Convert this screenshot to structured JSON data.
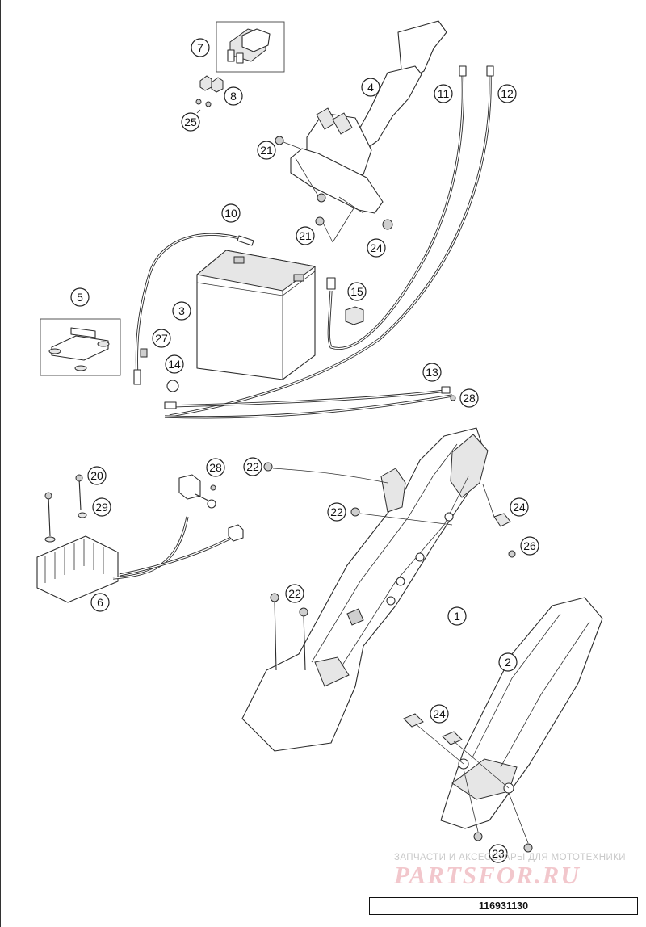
{
  "diagram": {
    "callouts": [
      {
        "id": "c1",
        "label": "1"
      },
      {
        "id": "c2",
        "label": "2"
      },
      {
        "id": "c3",
        "label": "3"
      },
      {
        "id": "c4",
        "label": "4"
      },
      {
        "id": "c5",
        "label": "5"
      },
      {
        "id": "c6",
        "label": "6"
      },
      {
        "id": "c7",
        "label": "7"
      },
      {
        "id": "c8",
        "label": "8"
      },
      {
        "id": "c10",
        "label": "10"
      },
      {
        "id": "c11",
        "label": "11"
      },
      {
        "id": "c12",
        "label": "12"
      },
      {
        "id": "c13",
        "label": "13"
      },
      {
        "id": "c14",
        "label": "14"
      },
      {
        "id": "c15",
        "label": "15"
      },
      {
        "id": "c20",
        "label": "20"
      },
      {
        "id": "c21a",
        "label": "21"
      },
      {
        "id": "c21b",
        "label": "21"
      },
      {
        "id": "c22a",
        "label": "22"
      },
      {
        "id": "c22b",
        "label": "22"
      },
      {
        "id": "c22c",
        "label": "22"
      },
      {
        "id": "c23",
        "label": "23"
      },
      {
        "id": "c24a",
        "label": "24"
      },
      {
        "id": "c24b",
        "label": "24"
      },
      {
        "id": "c24c",
        "label": "24"
      },
      {
        "id": "c25",
        "label": "25"
      },
      {
        "id": "c26",
        "label": "26"
      },
      {
        "id": "c27",
        "label": "27"
      },
      {
        "id": "c28a",
        "label": "28"
      },
      {
        "id": "c28b",
        "label": "28"
      },
      {
        "id": "c29",
        "label": "29"
      }
    ],
    "document_number": "116931130"
  },
  "watermark": {
    "line1": "ЗАПЧАСТИ И АКСЕССУАРЫ ДЛЯ МОТОТЕХНИКИ",
    "logo": "PARTSFOR.RU"
  }
}
